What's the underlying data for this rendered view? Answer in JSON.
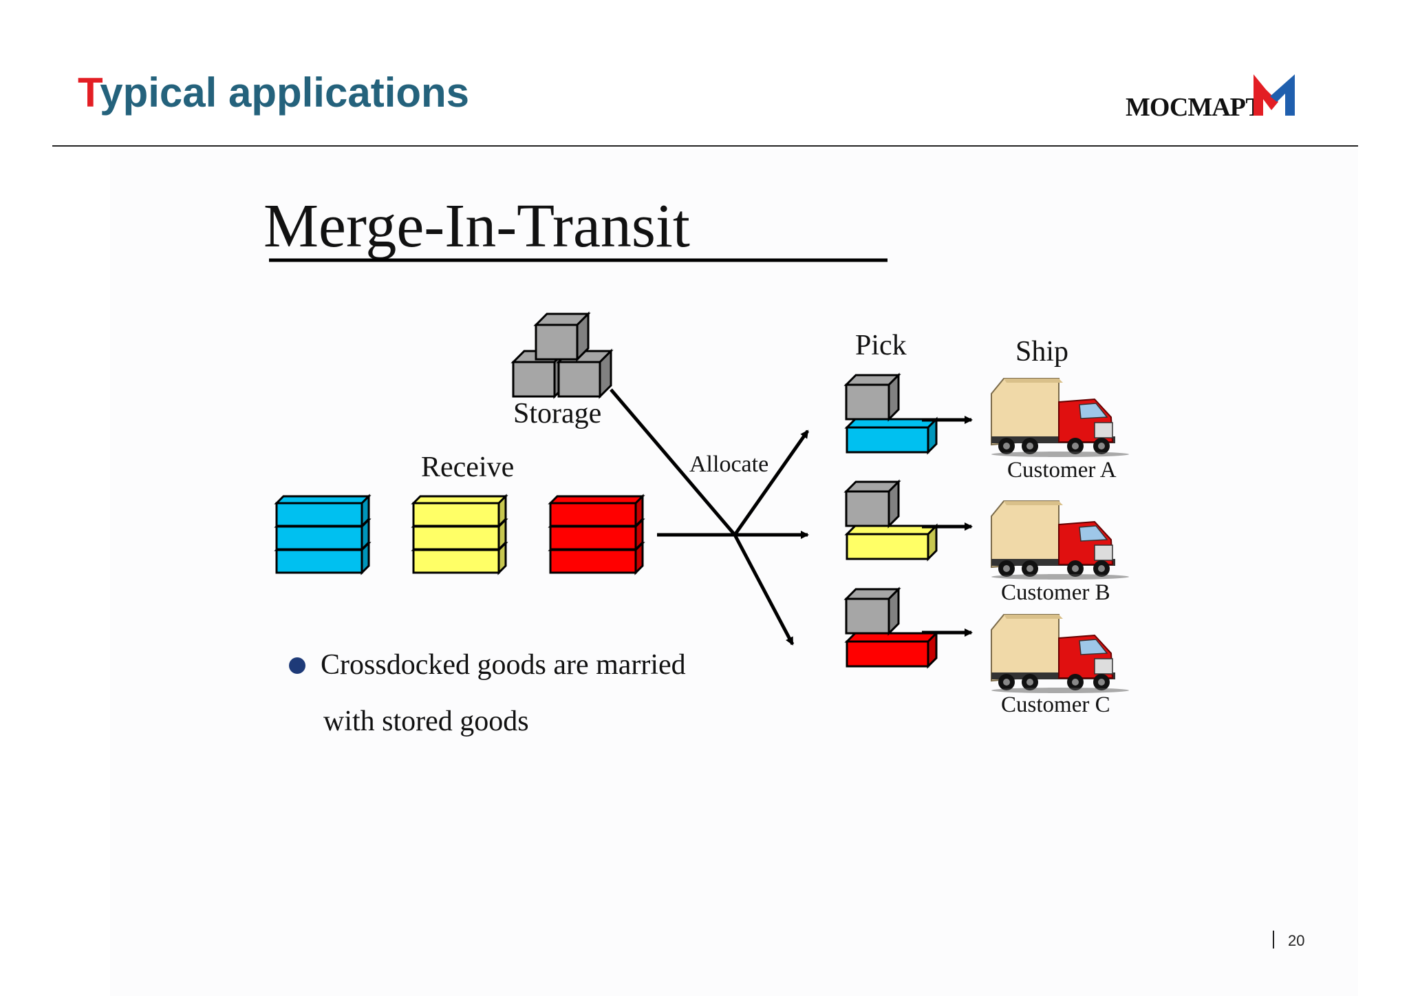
{
  "slide": {
    "title_first_letter": "T",
    "title_rest": "ypical applications",
    "page_number": "20",
    "logo_text": "МОСМАРТ"
  },
  "diagram": {
    "heading": "Merge-In-Transit",
    "labels": {
      "storage": "Storage",
      "receive": "Receive",
      "allocate": "Allocate",
      "pick": "Pick",
      "ship": "Ship"
    },
    "customers": [
      "Customer A",
      "Customer B",
      "Customer C"
    ],
    "bullet_lines": [
      "Crossdocked goods are married",
      "with stored goods"
    ],
    "colors": {
      "blue": "#00c0f0",
      "yellow": "#ffff66",
      "red": "#ff0000",
      "gray_box": "#a6a6a6",
      "title_blue": "#24627c",
      "title_red": "#e31e24",
      "logo_blue": "#1f5fae"
    },
    "icons": [
      "box-stack-icon",
      "truck-icon",
      "bullet-icon",
      "arrow-icon"
    ]
  }
}
